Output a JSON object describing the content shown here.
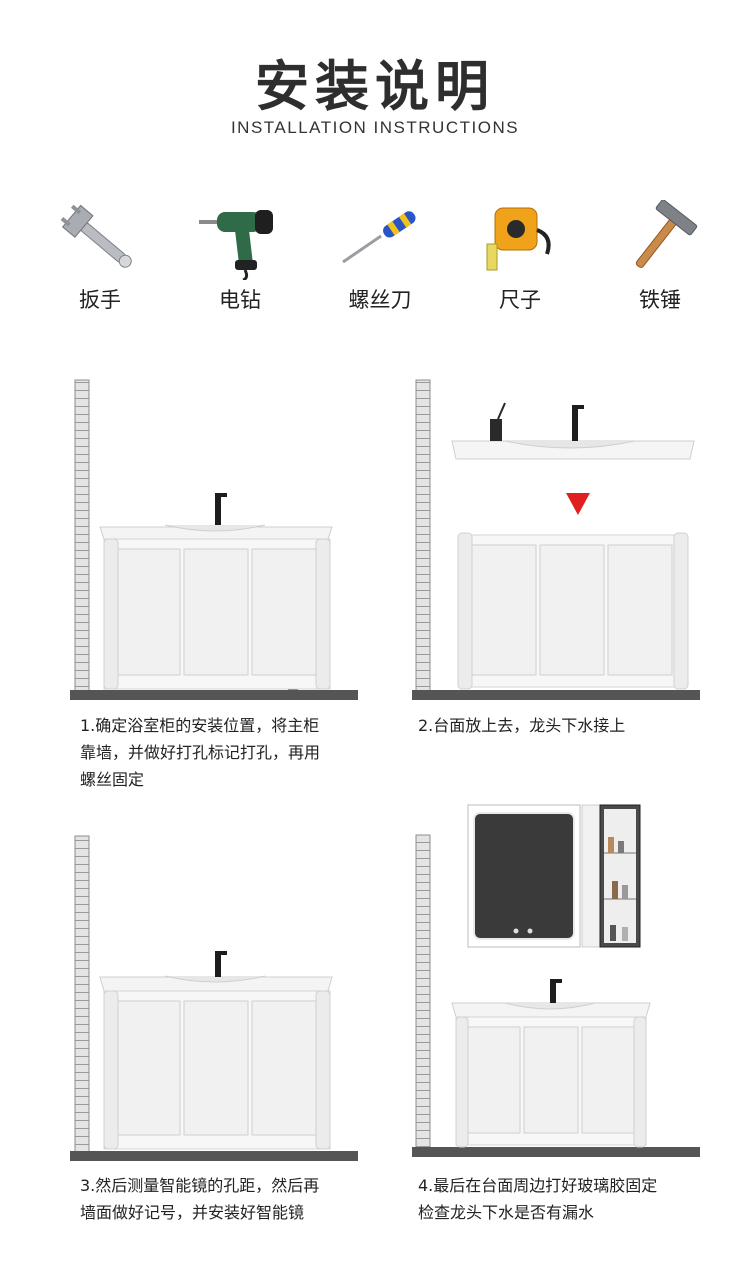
{
  "header": {
    "title": "安装说明",
    "subtitle": "INSTALLATION INSTRUCTIONS"
  },
  "tools": [
    {
      "icon": "wrench-icon",
      "label": "扳手"
    },
    {
      "icon": "drill-icon",
      "label": "电钻"
    },
    {
      "icon": "screwdriver-icon",
      "label": "螺丝刀"
    },
    {
      "icon": "tape-measure-icon",
      "label": "尺子"
    },
    {
      "icon": "hammer-icon",
      "label": "铁锤"
    }
  ],
  "steps": [
    {
      "caption_lines": [
        "1.确定浴室柜的安装位置，将主柜",
        "靠墙，并做好打孔标记打孔，再用",
        "螺丝固定"
      ]
    },
    {
      "caption_lines": [
        "2.台面放上去，龙头下水接上"
      ]
    },
    {
      "caption_lines": [
        "3.然后测量智能镜的孔距，然后再",
        "墙面做好记号，并安装好智能镜"
      ]
    },
    {
      "caption_lines": [
        "4.最后在台面周边打好玻璃胶固定",
        "检查龙头下水是否有漏水"
      ]
    }
  ],
  "colors": {
    "arrow": "#e02020",
    "floor": "#555555",
    "mirror": "#3a3a3a"
  }
}
